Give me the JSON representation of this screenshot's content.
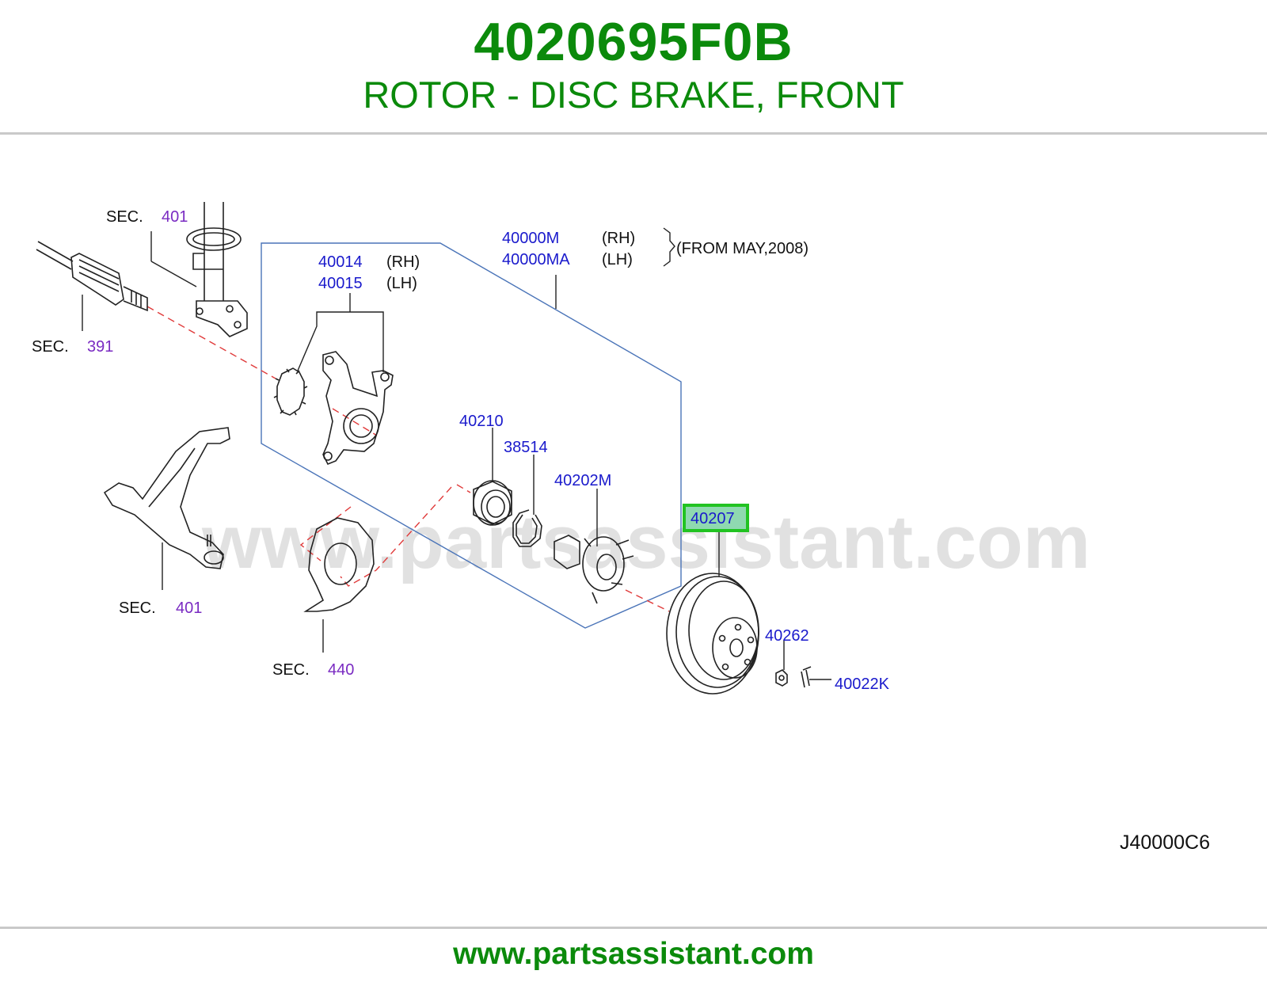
{
  "header": {
    "part_number": "4020695F0B",
    "description": "ROTOR - DISC BRAKE, FRONT"
  },
  "watermark": "www.partsassistant.com",
  "footer": {
    "url": "www.partsassistant.com"
  },
  "diagram_ref": "J40000C6",
  "colors": {
    "brand_green": "#0b8a0b",
    "label_blue": "#1a1acc",
    "section_purple": "#7a2bc2",
    "highlight_green": "#22c322"
  },
  "sections": [
    {
      "prefix": "SEC.",
      "number": "401"
    },
    {
      "prefix": "SEC.",
      "number": "391"
    },
    {
      "prefix": "SEC.",
      "number": "401"
    },
    {
      "prefix": "SEC.",
      "number": "440"
    }
  ],
  "callouts": {
    "assembly": {
      "rh": "40000M",
      "lh": "40000MA",
      "rh_tag": "(RH)",
      "lh_tag": "(LH)",
      "note": "(FROM  MAY,2008)"
    },
    "knuckle": {
      "rh": "40014",
      "lh": "40015",
      "rh_tag": "(RH)",
      "lh_tag": "(LH)"
    },
    "bearing": "40210",
    "snap_ring": "38514",
    "hub": "40202M",
    "rotor": "40207",
    "nut": "40262",
    "pin": "40022K"
  }
}
